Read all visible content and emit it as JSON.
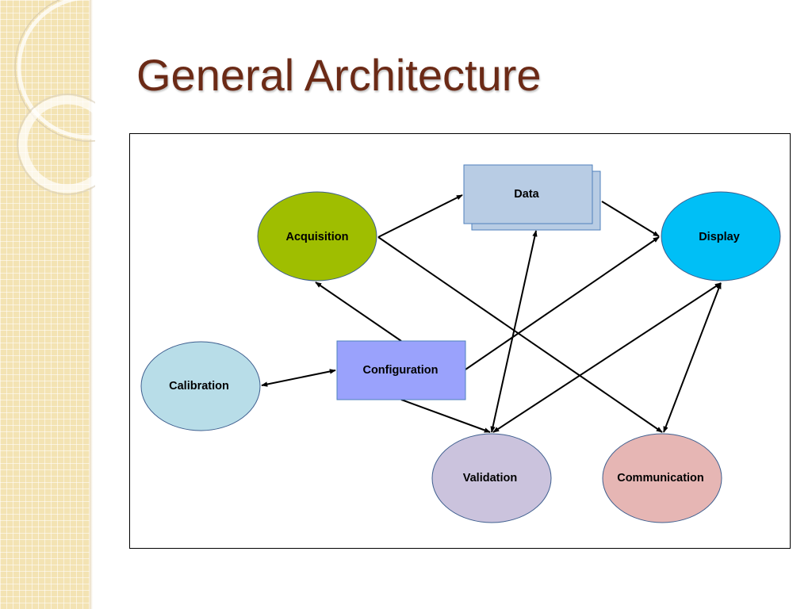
{
  "slide": {
    "title": "General Architecture"
  },
  "diagram": {
    "nodes": {
      "data": "Data",
      "acquisition": "Acquisition",
      "display": "Display",
      "configuration": "Configuration",
      "calibration": "Calibration",
      "validation": "Validation",
      "communication": "Communication"
    },
    "colors": {
      "acquisition": "#9fbe00",
      "display": "#00bff6",
      "configuration": "#9aa2fc",
      "calibration": "#b8dde8",
      "validation": "#cbc3dd",
      "communication": "#e6b6b4",
      "data": "#b8cce4",
      "title": "#6b2a16"
    },
    "edges": [
      {
        "from": "acquisition",
        "to": "data",
        "type": "one-way"
      },
      {
        "from": "data",
        "to": "display",
        "type": "one-way"
      },
      {
        "from": "acquisition",
        "to": "communication",
        "type": "one-way"
      },
      {
        "from": "configuration",
        "to": "acquisition",
        "type": "one-way"
      },
      {
        "from": "configuration",
        "to": "display",
        "type": "one-way"
      },
      {
        "from": "configuration",
        "to": "validation",
        "type": "one-way"
      },
      {
        "from": "calibration",
        "to": "configuration",
        "type": "two-way"
      },
      {
        "from": "validation",
        "to": "data",
        "type": "two-way"
      },
      {
        "from": "validation",
        "to": "display",
        "type": "two-way"
      },
      {
        "from": "communication",
        "to": "display",
        "type": "two-way"
      }
    ]
  }
}
